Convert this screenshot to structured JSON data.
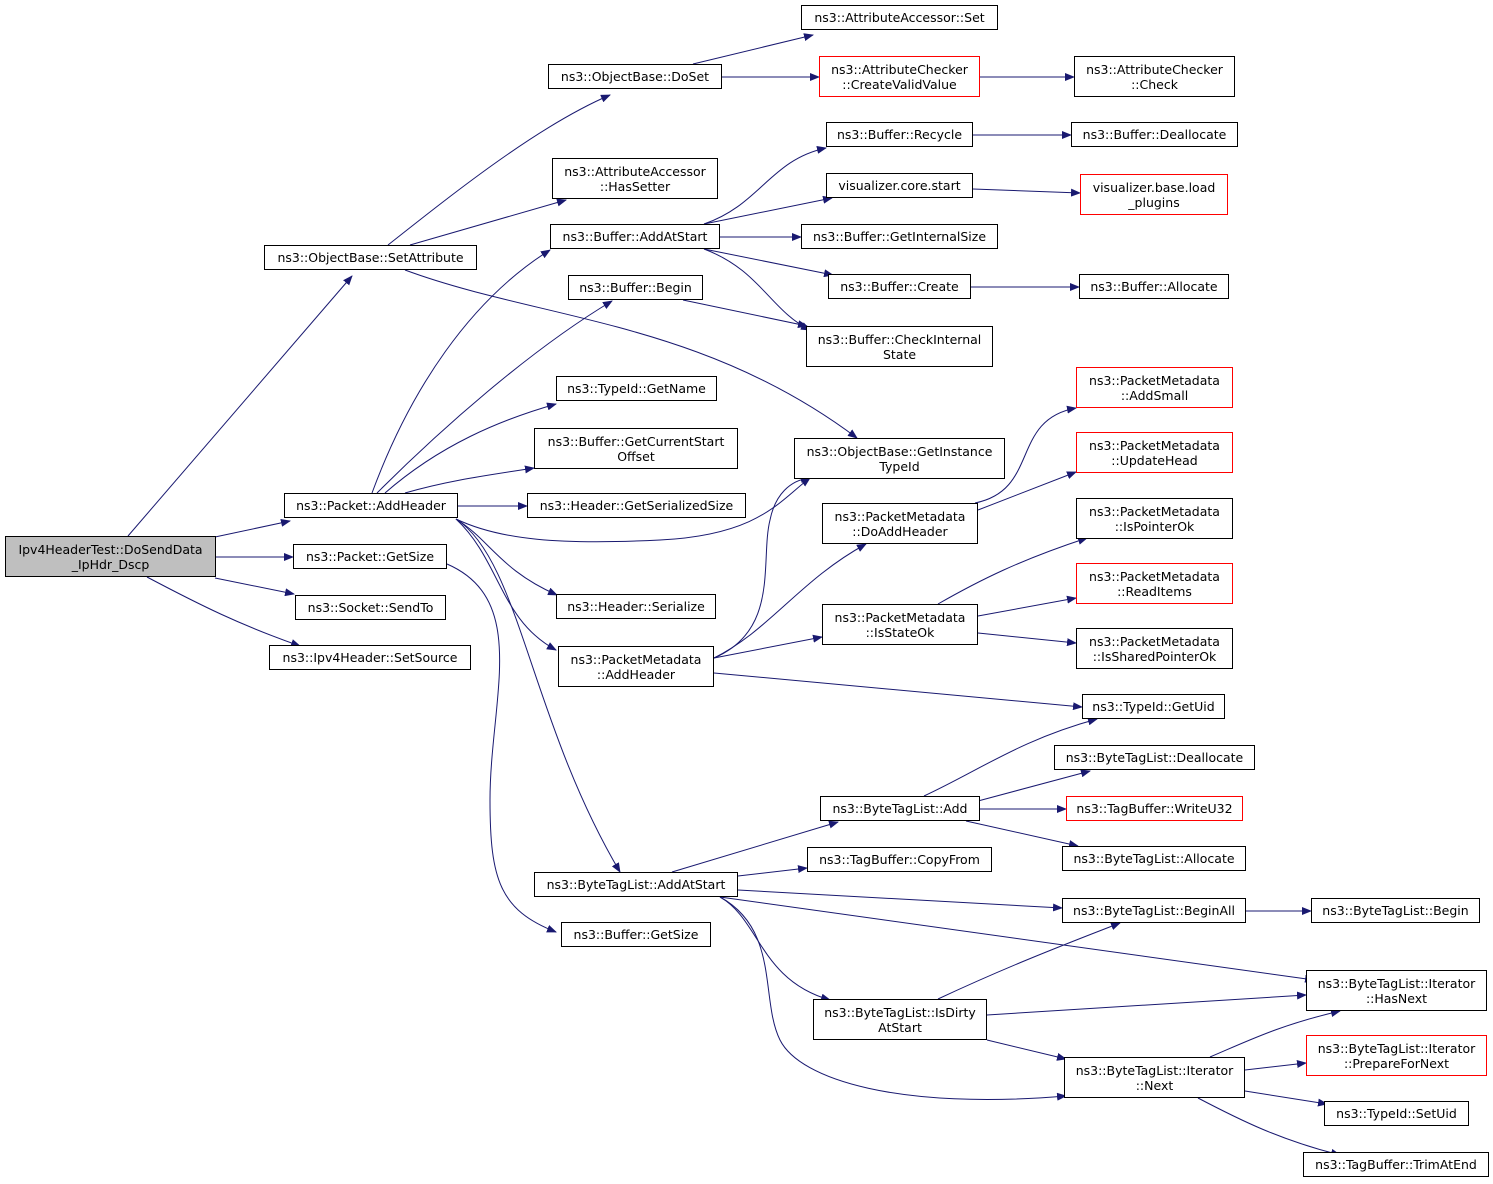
{
  "colors": {
    "edge": "#191970",
    "root_fill": "#bfbfbf",
    "normal_border": "#000000",
    "truncated_border": "#ff0000"
  },
  "nodes": {
    "root": {
      "lines": [
        "Ipv4HeaderTest::DoSendData",
        "_IpHdr_Dscp"
      ]
    },
    "os_setattr": {
      "lines": [
        "ns3::ObjectBase::SetAttribute"
      ]
    },
    "pk_addheader": {
      "lines": [
        "ns3::Packet::AddHeader"
      ]
    },
    "pk_getsize": {
      "lines": [
        "ns3::Packet::GetSize"
      ]
    },
    "sock_sendto": {
      "lines": [
        "ns3::Socket::SendTo"
      ]
    },
    "ipv4_setsource": {
      "lines": [
        "ns3::Ipv4Header::SetSource"
      ]
    },
    "os_doset": {
      "lines": [
        "ns3::ObjectBase::DoSet"
      ]
    },
    "aa_hassetter": {
      "lines": [
        "ns3::AttributeAccessor",
        "::HasSetter"
      ]
    },
    "aa_set": {
      "lines": [
        "ns3::AttributeAccessor::Set"
      ]
    },
    "ac_createvalid": {
      "lines": [
        "ns3::AttributeChecker",
        "::CreateValidValue"
      ]
    },
    "ac_check": {
      "lines": [
        "ns3::AttributeChecker",
        "::Check"
      ]
    },
    "buf_addatstart": {
      "lines": [
        "ns3::Buffer::AddAtStart"
      ]
    },
    "buf_begin": {
      "lines": [
        "ns3::Buffer::Begin"
      ]
    },
    "tid_getname": {
      "lines": [
        "ns3::TypeId::GetName"
      ]
    },
    "buf_getcurstart": {
      "lines": [
        "ns3::Buffer::GetCurrentStart",
        "Offset"
      ]
    },
    "hdr_getser": {
      "lines": [
        "ns3::Header::GetSerializedSize"
      ]
    },
    "hdr_serialize": {
      "lines": [
        "ns3::Header::Serialize"
      ]
    },
    "pm_addheader": {
      "lines": [
        "ns3::PacketMetadata",
        "::AddHeader"
      ]
    },
    "btl_addatstart": {
      "lines": [
        "ns3::ByteTagList::AddAtStart"
      ]
    },
    "buf_getsize": {
      "lines": [
        "ns3::Buffer::GetSize"
      ]
    },
    "buf_recycle": {
      "lines": [
        "ns3::Buffer::Recycle"
      ]
    },
    "viz_core_start": {
      "lines": [
        "visualizer.core.start"
      ]
    },
    "buf_getinternal": {
      "lines": [
        "ns3::Buffer::GetInternalSize"
      ]
    },
    "buf_create": {
      "lines": [
        "ns3::Buffer::Create"
      ]
    },
    "buf_checkinternal": {
      "lines": [
        "ns3::Buffer::CheckInternal",
        "State"
      ]
    },
    "os_getinstance": {
      "lines": [
        "ns3::ObjectBase::GetInstance",
        "TypeId"
      ]
    },
    "pm_doaddheader": {
      "lines": [
        "ns3::PacketMetadata",
        "::DoAddHeader"
      ]
    },
    "pm_isstateok": {
      "lines": [
        "ns3::PacketMetadata",
        "::IsStateOk"
      ]
    },
    "btl_add": {
      "lines": [
        "ns3::ByteTagList::Add"
      ]
    },
    "tb_copyfrom": {
      "lines": [
        "ns3::TagBuffer::CopyFrom"
      ]
    },
    "btl_isdirty": {
      "lines": [
        "ns3::ByteTagList::IsDirty",
        "AtStart"
      ]
    },
    "buf_dealloc": {
      "lines": [
        "ns3::Buffer::Deallocate"
      ]
    },
    "viz_base_load": {
      "lines": [
        "visualizer.base.load",
        "_plugins"
      ]
    },
    "buf_alloc": {
      "lines": [
        "ns3::Buffer::Allocate"
      ]
    },
    "pm_addsmall": {
      "lines": [
        "ns3::PacketMetadata",
        "::AddSmall"
      ]
    },
    "pm_updatehead": {
      "lines": [
        "ns3::PacketMetadata",
        "::UpdateHead"
      ]
    },
    "pm_ispointerok": {
      "lines": [
        "ns3::PacketMetadata",
        "::IsPointerOk"
      ]
    },
    "pm_readitems": {
      "lines": [
        "ns3::PacketMetadata",
        "::ReadItems"
      ]
    },
    "pm_issharedptr": {
      "lines": [
        "ns3::PacketMetadata",
        "::IsSharedPointerOk"
      ]
    },
    "tid_getuid": {
      "lines": [
        "ns3::TypeId::GetUid"
      ]
    },
    "btl_dealloc": {
      "lines": [
        "ns3::ByteTagList::Deallocate"
      ]
    },
    "tb_writeu32": {
      "lines": [
        "ns3::TagBuffer::WriteU32"
      ]
    },
    "btl_alloc": {
      "lines": [
        "ns3::ByteTagList::Allocate"
      ]
    },
    "btl_beginall": {
      "lines": [
        "ns3::ByteTagList::BeginAll"
      ]
    },
    "btl_iter_next": {
      "lines": [
        "ns3::ByteTagList::Iterator",
        "::Next"
      ]
    },
    "btl_begin": {
      "lines": [
        "ns3::ByteTagList::Begin"
      ]
    },
    "btl_iter_hasnext": {
      "lines": [
        "ns3::ByteTagList::Iterator",
        "::HasNext"
      ]
    },
    "btl_iter_prepare": {
      "lines": [
        "ns3::ByteTagList::Iterator",
        "::PrepareForNext"
      ]
    },
    "tid_setuid": {
      "lines": [
        "ns3::TypeId::SetUid"
      ]
    },
    "tb_trimatend": {
      "lines": [
        "ns3::TagBuffer::TrimAtEnd"
      ]
    }
  }
}
